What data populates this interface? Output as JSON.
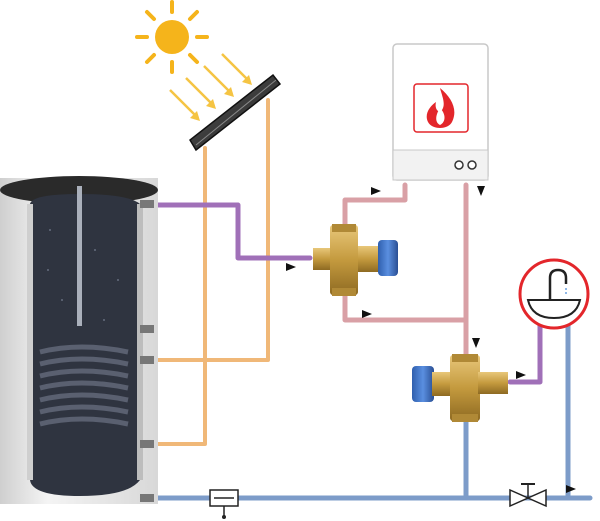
{
  "diagram": {
    "components": {
      "sun": "sun-icon",
      "solar_collector": "solar-panel",
      "boiler": "gas-boiler",
      "boiler_symbol": "flame-icon",
      "storage_tank": "hot-water-cylinder",
      "diverter_valve": "thermostatic-valve",
      "mixing_valve": "thermostatic-mixing-valve",
      "tap": "sink-tap-icon",
      "check_valve": "check-valve",
      "stop_valve": "stop-valve"
    },
    "colors": {
      "hot_pipe": "#d9a0a6",
      "warm_pipe": "#a070b8",
      "solar_pipe": "#f0b878",
      "cold_pipe": "#7d9cc9",
      "sun": "#f5b41b",
      "flame": "#e3262b",
      "brass": "#c9a24a",
      "valve_cap": "#3a6fc0",
      "tank_shell": "#e9e9e9",
      "tank_inner": "#2f3440",
      "coil": "#4b5160"
    }
  }
}
